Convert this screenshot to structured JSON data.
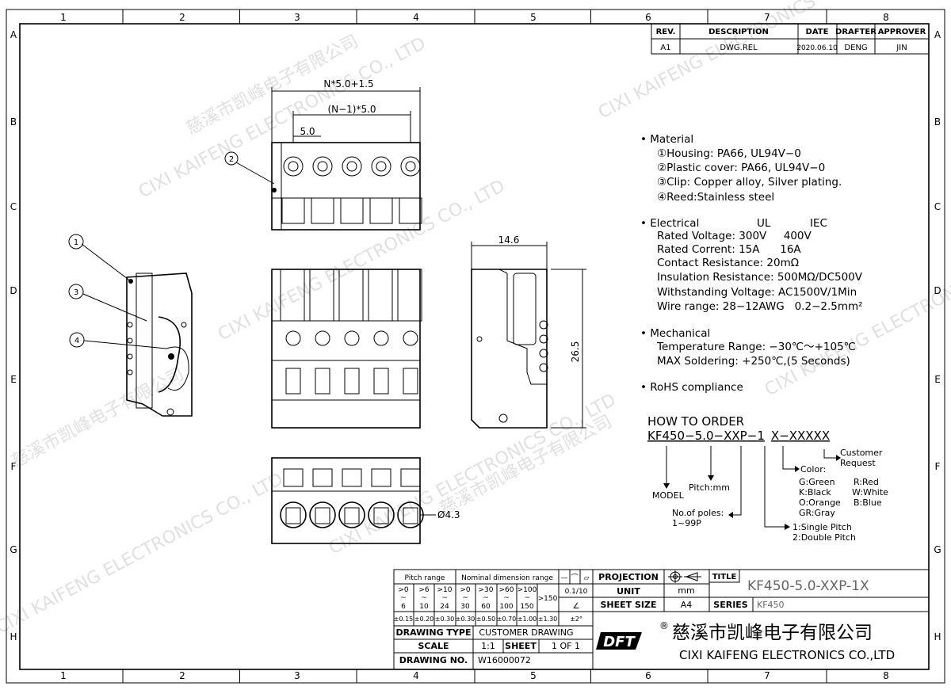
{
  "frame": {
    "columns": [
      "1",
      "2",
      "3",
      "4",
      "5",
      "6",
      "7",
      "8"
    ],
    "rows": [
      "A",
      "B",
      "C",
      "D",
      "E",
      "F",
      "G",
      "H"
    ]
  },
  "revision_table": {
    "headers": [
      "REV.",
      "DESCRIPTION",
      "DATE",
      "DRAFTER",
      "APPROVER"
    ],
    "row": [
      "A1",
      "DWG.REL",
      "2020.06.10",
      "DENG",
      "JIN"
    ]
  },
  "dimensions": {
    "overall": "N*5.0+1.5",
    "span": "(N−1)*5.0",
    "pitch": "5.0",
    "depth": "14.6",
    "height": "26.5",
    "hole": "Ø4.3"
  },
  "callouts": [
    "1",
    "2",
    "3",
    "4"
  ],
  "specs": {
    "material": {
      "title": "Material",
      "items": [
        "①Housing: PA66, UL94V−0",
        "②Plastic cover: PA66, UL94V−0",
        "③Clip: Copper alloy, Silver plating.",
        "④Reed:Stainless steel"
      ]
    },
    "electrical": {
      "title": "Electrical",
      "col_ul": "UL",
      "col_iec": "IEC",
      "items": [
        "Rated Voltage: 300V     400V",
        "Rated Corrent: 15A      16A",
        "Contact Resistance: 20mΩ",
        "Insulation Resistance: 500MΩ/DC500V",
        "Withstanding Voltage: AC1500V/1Min",
        "Wire range: 28−12AWG   0.2−2.5mm²"
      ]
    },
    "mechanical": {
      "title": "Mechanical",
      "items": [
        "Temperature Range: −30℃～+105℃",
        "MAX Soldering: +250℃,(5 Seconds)"
      ]
    },
    "rohs": "RoHS compliance"
  },
  "order": {
    "title": "HOW TO ORDER",
    "parts": [
      "KF450",
      "−",
      "5.0",
      "−",
      "XXP",
      "−",
      "1",
      "X",
      "−",
      "XXXXX"
    ],
    "model": "MODEL",
    "pitch": "Pitch:mm",
    "poles": [
      "No.of poles:",
      "1~99P"
    ],
    "pitch_type": [
      "1:Single Pitch",
      "2:Double Pitch"
    ],
    "color_title": "Color:",
    "colors": [
      "G:Green",
      "K:Black",
      "O:Orange",
      "GR:Gray",
      "R:Red",
      "W:White",
      "B:Blue"
    ],
    "customer": [
      "Customer",
      "Request"
    ]
  },
  "tolerance_table": {
    "pitch_header": "Pitch range",
    "nominal_header": "Nominal dimension range",
    "symbols": [
      "—",
      "⌒",
      "▱"
    ],
    "ranges": [
      [
        ">0",
        "6"
      ],
      [
        ">6",
        "10"
      ],
      [
        ">10",
        "24"
      ],
      [
        ">0",
        "30"
      ],
      [
        ">30",
        "60"
      ],
      [
        ">60",
        "100"
      ],
      [
        ">100",
        "150"
      ]
    ],
    "over": ">150",
    "tilde": "~",
    "flatness": "0.1/10",
    "angle_sym": "∠",
    "tolerances": [
      "±0.15",
      "±0.20",
      "±0.30",
      "±0.30",
      "±0.50",
      "±0.70",
      "±1.00",
      "±1.30",
      "±2°"
    ]
  },
  "title_block": {
    "projection_label": "PROJECTION",
    "unit_label": "UNIT",
    "unit": "mm",
    "sheet_size_label": "SHEET SIZE",
    "sheet_size": "A4",
    "title_label": "TITLE",
    "title": "KF450-5.0-XXP-1X",
    "series_label": "SERIES",
    "series": "KF450",
    "drawing_type_label": "DRAWING TYPE",
    "drawing_type": "CUSTOMER DRAWING",
    "scale_label": "SCALE",
    "scale": "1:1",
    "sheet_label": "SHEET",
    "sheet": "1 OF 1",
    "drawing_no_label": "DRAWING NO.",
    "drawing_no": "W16000072",
    "logo": "DFT",
    "registered": "®",
    "company_cn": "慈溪市凯峰电子有限公司",
    "company_en": "CIXI KAIFENG ELECTRONICS CO.,LTD"
  },
  "watermark": {
    "en": "CIXI KAIFENG ELECTRONICS CO., LTD",
    "cn": "慈溪市凯峰电子有限公司"
  }
}
